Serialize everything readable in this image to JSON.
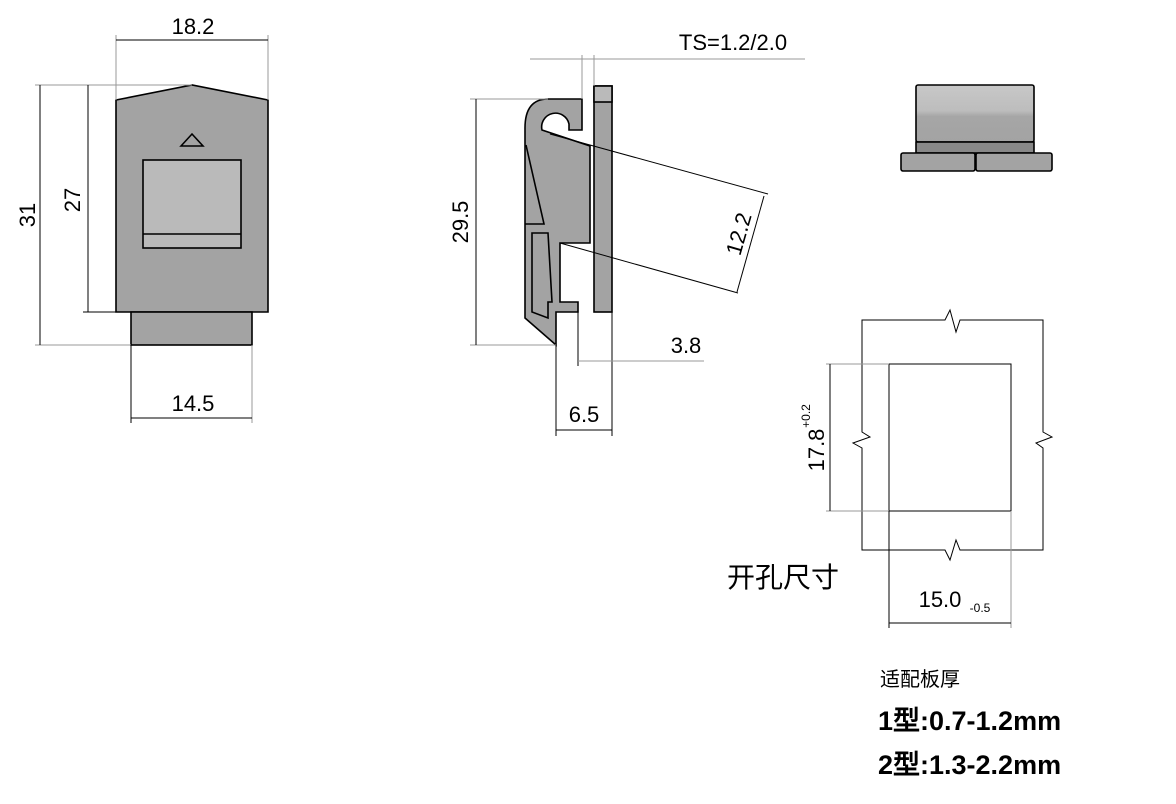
{
  "front_view": {
    "width_top": "18.2",
    "height_total": "31",
    "height_body": "27",
    "width_bottom": "14.5"
  },
  "side_view": {
    "ts": "TS=1.2/2.0",
    "height": "29.5",
    "slant": "12.2",
    "gap": "3.8",
    "depth": "6.5"
  },
  "cutout": {
    "title": "开孔尺寸",
    "height": "17.8",
    "height_tol": "+0.2",
    "width": "15.0",
    "width_tol": "-0.5"
  },
  "notes": {
    "heading": "适配板厚",
    "lines": [
      "1型:0.7-1.2mm",
      "2型:1.3-2.2mm"
    ]
  },
  "colors": {
    "part": "#a3a3a3",
    "window": "#bababa",
    "dark": "#888888"
  }
}
